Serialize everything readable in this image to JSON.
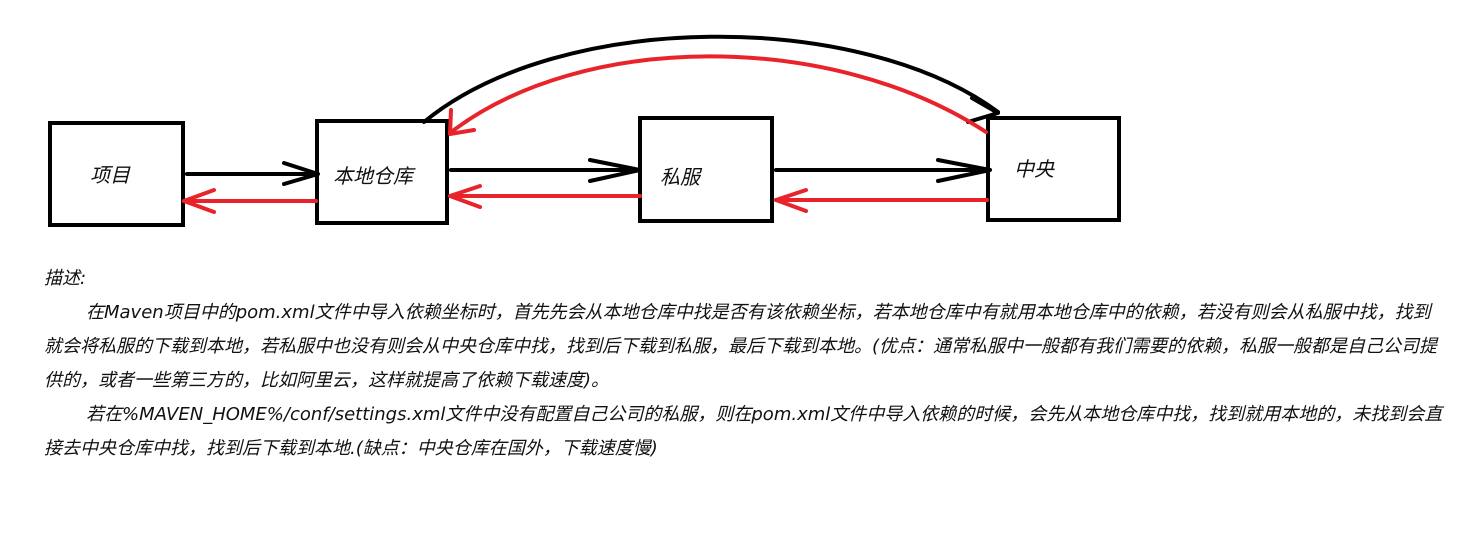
{
  "nodes": {
    "project": "项目",
    "local_repo": "本地仓库",
    "private_server": "私服",
    "central": "中央"
  },
  "colors": {
    "request_arrow": "#000000",
    "response_arrow": "#e8242a",
    "box_border": "#000000"
  },
  "description": {
    "heading": "描述:",
    "paragraph1": "在Maven项目中的pom.xml文件中导入依赖坐标时，首先先会从本地仓库中找是否有该依赖坐标，若本地仓库中有就用本地仓库中的依赖，若没有则会从私服中找，找到就会将私服的下载到本地，若私服中也没有则会从中央仓库中找，找到后下载到私服，最后下载到本地。(优点：通常私服中一般都有我们需要的依赖，私服一般都是自己公司提供的，或者一些第三方的，比如阿里云，这样就提高了依赖下载速度)。",
    "paragraph2": "若在%MAVEN_HOME%/conf/settings.xml文件中没有配置自己公司的私服，则在pom.xml文件中导入依赖的时候，会先从本地仓库中找，找到就用本地的，未找到会直接去中央仓库中找，找到后下载到本地.(缺点：中央仓库在国外，下载速度慢)"
  }
}
